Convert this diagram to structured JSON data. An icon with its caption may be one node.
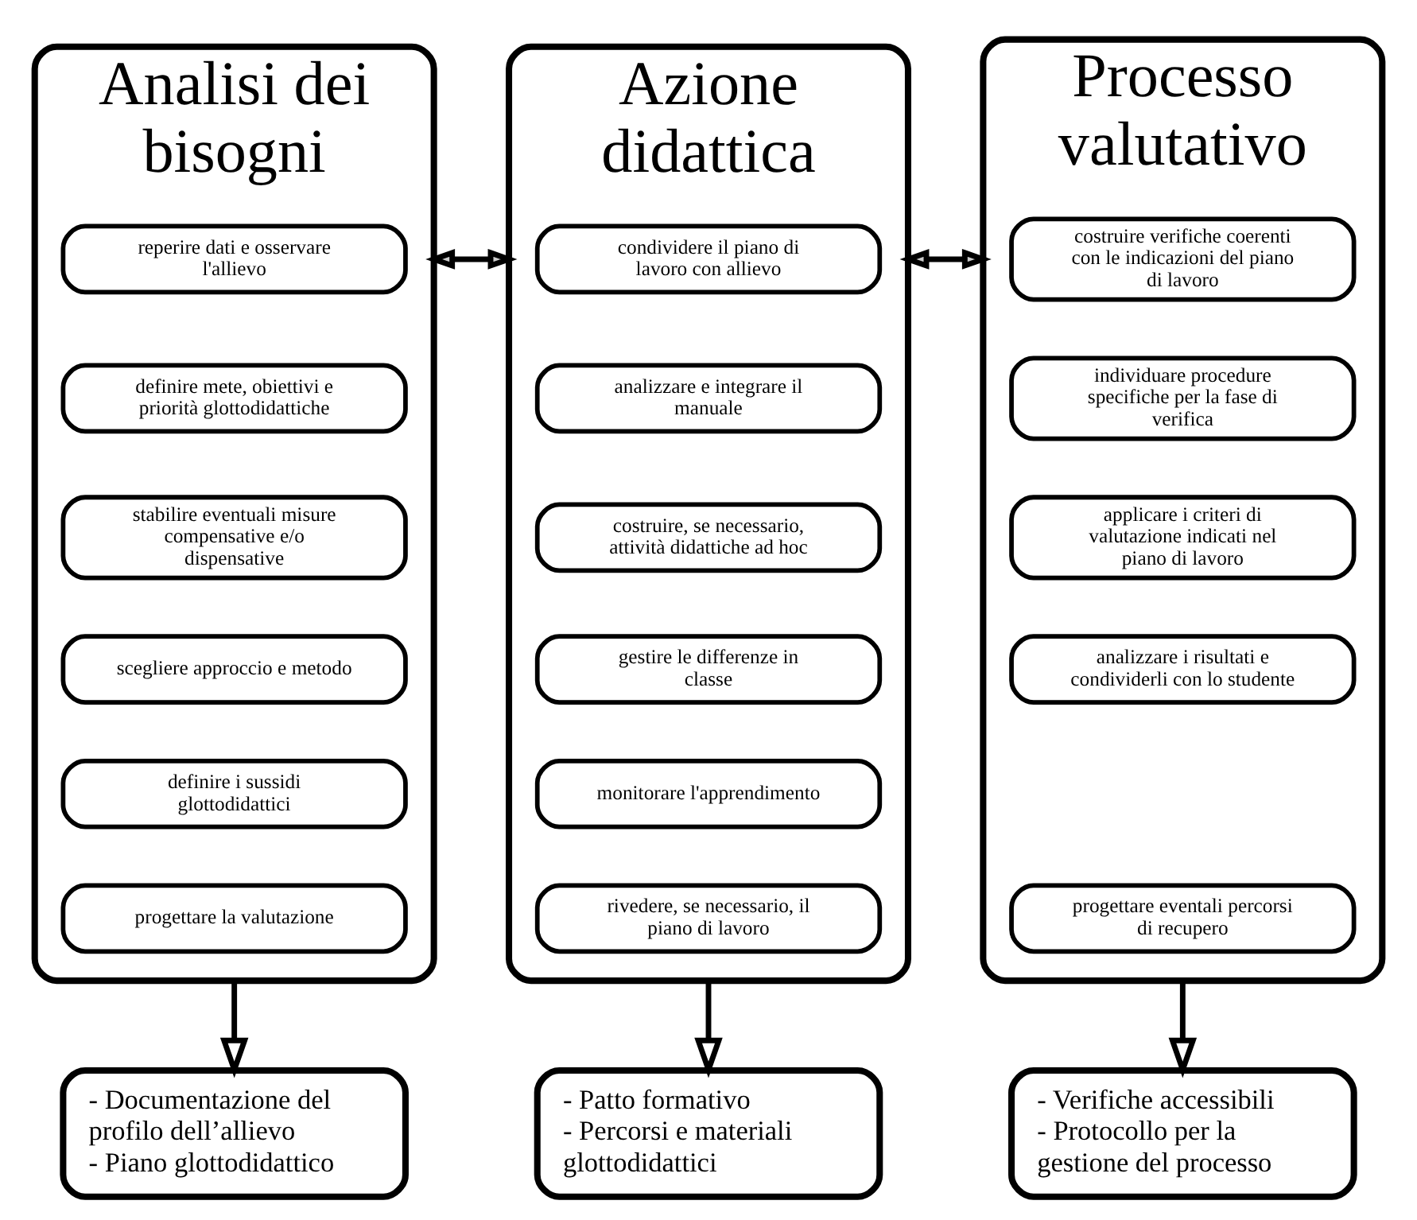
{
  "diagram": {
    "nodes": [
      {
        "text": [
          "Analisi dei bisogni"
        ]
      },
      {
        "text": [
          "reperire dati e osservare l'allievo"
        ],
        "in": 0
      },
      {
        "text": [
          "definire mete, obiettivi e priorità glottodidattiche"
        ],
        "in": 0
      },
      {
        "text": [
          "stabilire eventuali misure compensative e/o dispensative"
        ],
        "in": 0
      },
      {
        "text": [
          "scegliere approccio e metodo"
        ],
        "in": 0
      },
      {
        "text": [
          "definire i sussidi glottodidattici"
        ],
        "in": 0
      },
      {
        "text": [
          "progettare la valutazione"
        ],
        "in": 0
      },
      {
        "text": [
          "Azione didattica"
        ]
      },
      {
        "text": [
          "condividere il piano di lavoro con allievo"
        ],
        "in": 7
      },
      {
        "text": [
          "analizzare e integrare il manuale"
        ],
        "in": 7
      },
      {
        "text": [
          "costruire, se necessario, attività didattiche ad hoc"
        ],
        "in": 7
      },
      {
        "text": [
          "gestire le differenze in classe"
        ],
        "in": 7
      },
      {
        "text": [
          "monitorare l'apprendimento"
        ],
        "in": 7
      },
      {
        "text": [
          "rivedere, se necessario, il piano di lavoro"
        ],
        "in": 7
      },
      {
        "text": [
          "Processo valutativo"
        ]
      },
      {
        "text": [
          "costruire verifiche coerenti con le indicazioni del piano di lavoro"
        ],
        "in": 14
      },
      {
        "text": [
          "individuare procedure specifiche per la fase di verifica"
        ],
        "in": 14
      },
      {
        "text": [
          "applicare i criteri di valutazione indicati nel piano di lavoro"
        ],
        "in": 14
      },
      {
        "text": [
          "analizzare i risultati e condividerli con lo studente"
        ],
        "in": 14
      },
      {
        "text": [
          "progettare eventali percorsi di recupero"
        ],
        "in": 14
      },
      {
        "text": [
          "- Documentazione del profilo dell’allievo",
          "- Piano glottodidattico"
        ]
      },
      {
        "text": [
          "- Patto formativo",
          "- Percorsi e materiali glottodidattici"
        ]
      },
      {
        "text": [
          "- Verifiche accessibili",
          "- Protocollo per la gestione del processo"
        ]
      }
    ],
    "edges": [
      {
        "from": 0,
        "to": 7,
        "arrow": "both"
      },
      {
        "from": 7,
        "to": 14,
        "arrow": "both"
      },
      {
        "from": 0,
        "to": 20,
        "arrow": "to"
      },
      {
        "from": 7,
        "to": 21,
        "arrow": "to"
      },
      {
        "from": 14,
        "to": 22,
        "arrow": "to"
      }
    ]
  }
}
